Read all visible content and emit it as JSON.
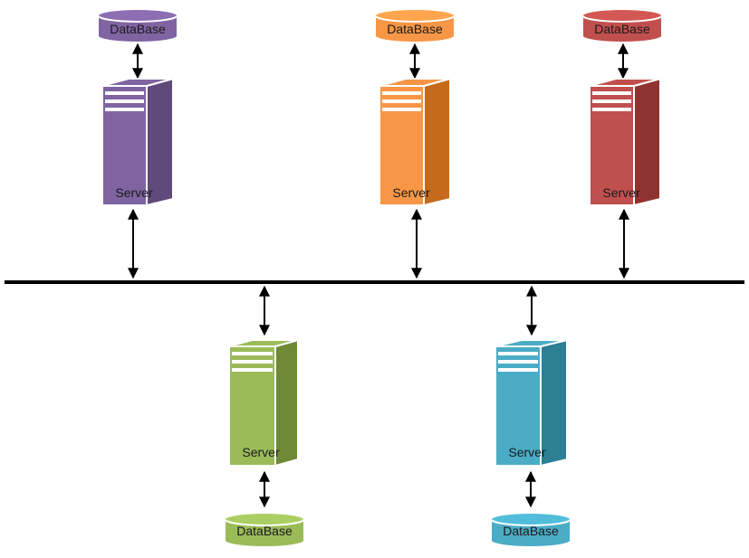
{
  "bus": {
    "color": "#000000"
  },
  "nodes": [
    {
      "id": "purple",
      "server_label": "Server",
      "database_label": "DataBase",
      "color": "#8064a2",
      "dark": "#604a7b"
    },
    {
      "id": "orange",
      "server_label": "Server",
      "database_label": "DataBase",
      "color": "#f79646",
      "dark": "#c56a1a"
    },
    {
      "id": "red",
      "server_label": "Server",
      "database_label": "DataBase",
      "color": "#c0504d",
      "dark": "#8e3330"
    },
    {
      "id": "green",
      "server_label": "Server",
      "database_label": "DataBase",
      "color": "#9bbb59",
      "dark": "#6e8a34"
    },
    {
      "id": "blue",
      "server_label": "Server",
      "database_label": "DataBase",
      "color": "#4bacc6",
      "dark": "#2c7f95"
    }
  ]
}
